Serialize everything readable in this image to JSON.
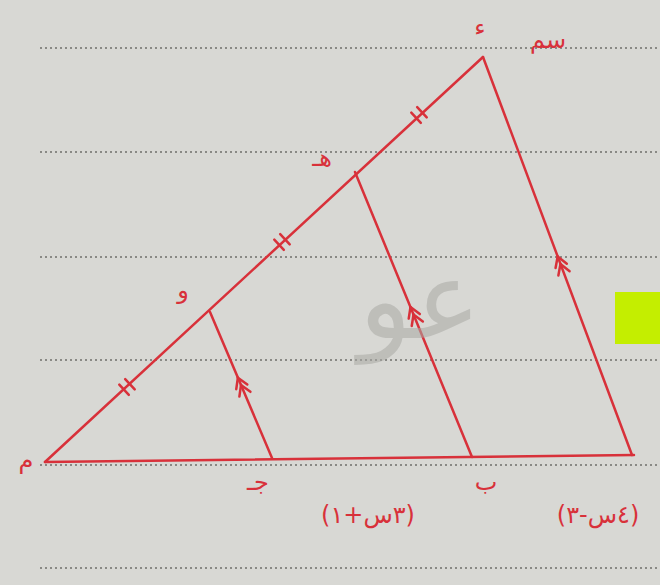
{
  "diagram": {
    "labels": [
      "ء",
      "سم",
      "هـ",
      "و",
      "م",
      "جـ",
      "ب",
      "(٣س+١)",
      "(٤س-٣)",
      "عو"
    ]
  }
}
